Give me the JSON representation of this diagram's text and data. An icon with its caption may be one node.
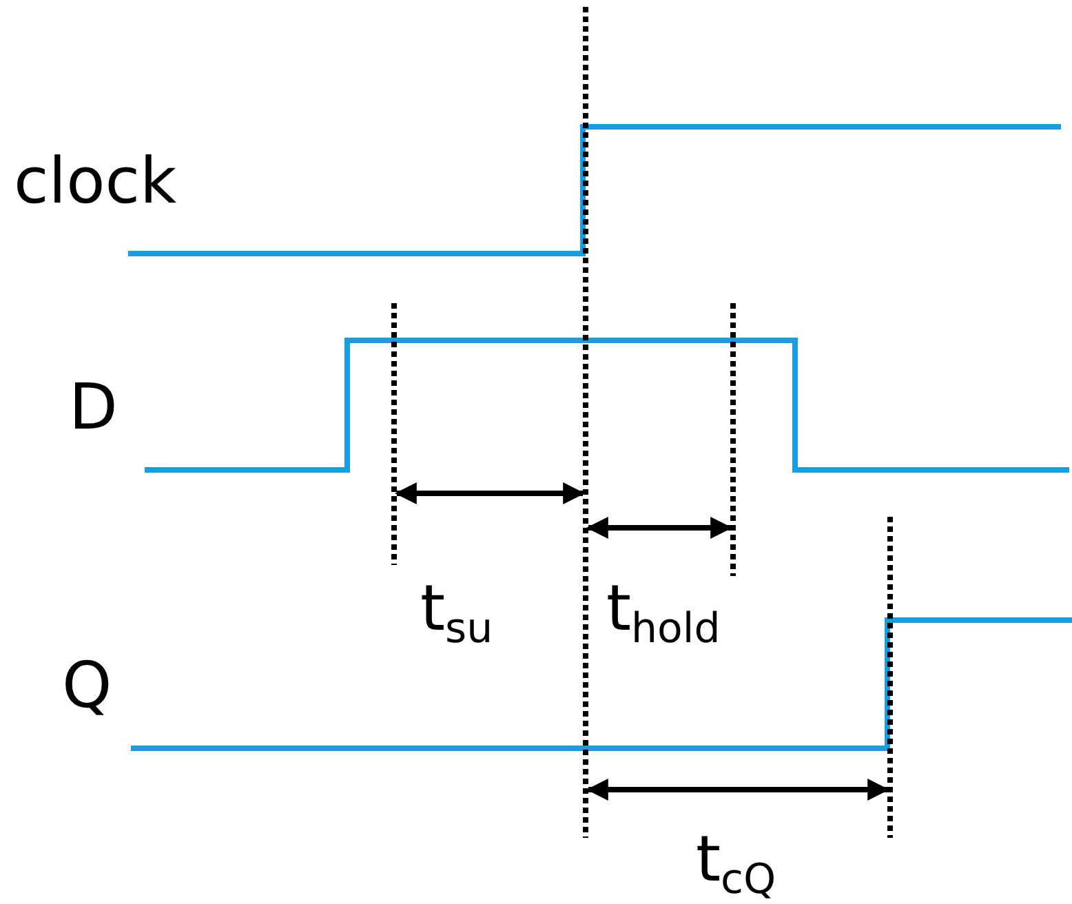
{
  "diagram": {
    "labels": [
      "clock",
      "D",
      "t$_{su}$",
      "t$_{hold}$",
      "Q",
      "t$_{cQ}$"
    ]
  }
}
